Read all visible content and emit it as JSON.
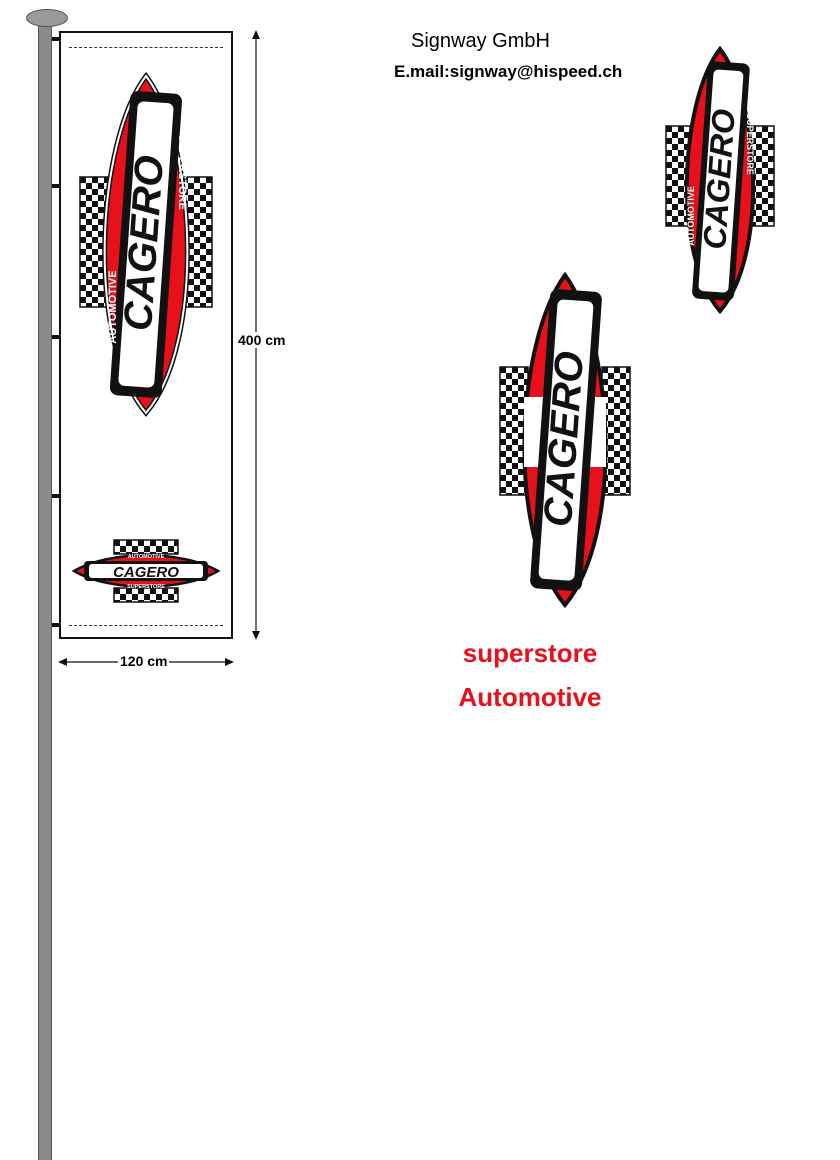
{
  "header": {
    "company": "Signway GmbH",
    "email": "E.mail:signway@hispeed.ch"
  },
  "dimensions": {
    "height_label": "400 cm",
    "width_label": "120 cm"
  },
  "logo": {
    "brand": "CAGERO",
    "left_word": "AUTOMOTIVE",
    "right_word": "SUPERSTORE"
  },
  "small_logo": {
    "brand": "CAGERO",
    "top_word": "AUTOMOTIVE",
    "bottom_word": "SUPERSTORE"
  },
  "variants": {
    "line1": "superstore",
    "line2": "Automotive"
  },
  "colors": {
    "brand_red": "#e8101a",
    "black": "#111111",
    "pole_gray": "#8a8a8a"
  }
}
